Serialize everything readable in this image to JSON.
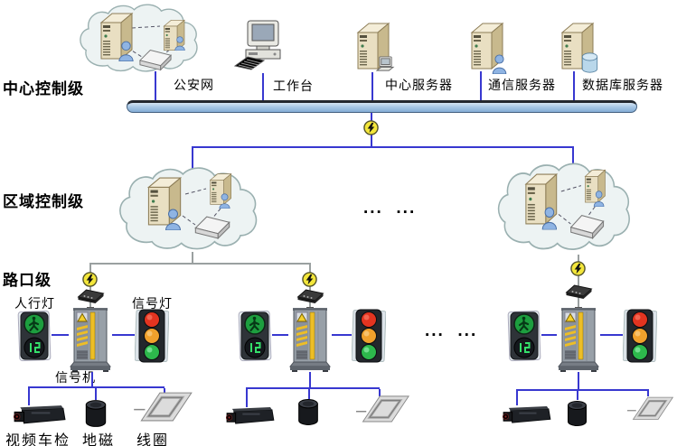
{
  "levels": {
    "central": "中心控制级",
    "regional": "区域控制级",
    "intersection": "路口级"
  },
  "central_nodes": {
    "police_network": "公安网",
    "workstation": "工作台",
    "central_server": "中心服务器",
    "comm_server": "通信服务器",
    "db_server": "数据库服务器"
  },
  "intersection_labels": {
    "pedestrian_light": "人行灯",
    "signal_light": "信号灯",
    "signal_controller": "信号机",
    "video_detector": "视频车检",
    "geomagnetic": "地磁",
    "loop_coil": "线圈"
  },
  "ellipsis": {
    "regional": "...  ...",
    "intersection": "...  ..."
  },
  "colors": {
    "bus_fill": "#a8c7e5",
    "link_blue": "#3838d0",
    "link_gray": "#9aa0a0",
    "lightning_yellow": "#f3e63a",
    "cloud_fill": "#edf3f3",
    "server_tan": "#e9dfc2",
    "cabinet_gray": "#98a0a8",
    "cabinet_yellow": "#edbe26",
    "signal_red": "#e33420",
    "signal_amber": "#f0a12c",
    "signal_green": "#2db84c",
    "pedestrian_green": "#1d9e3f"
  }
}
